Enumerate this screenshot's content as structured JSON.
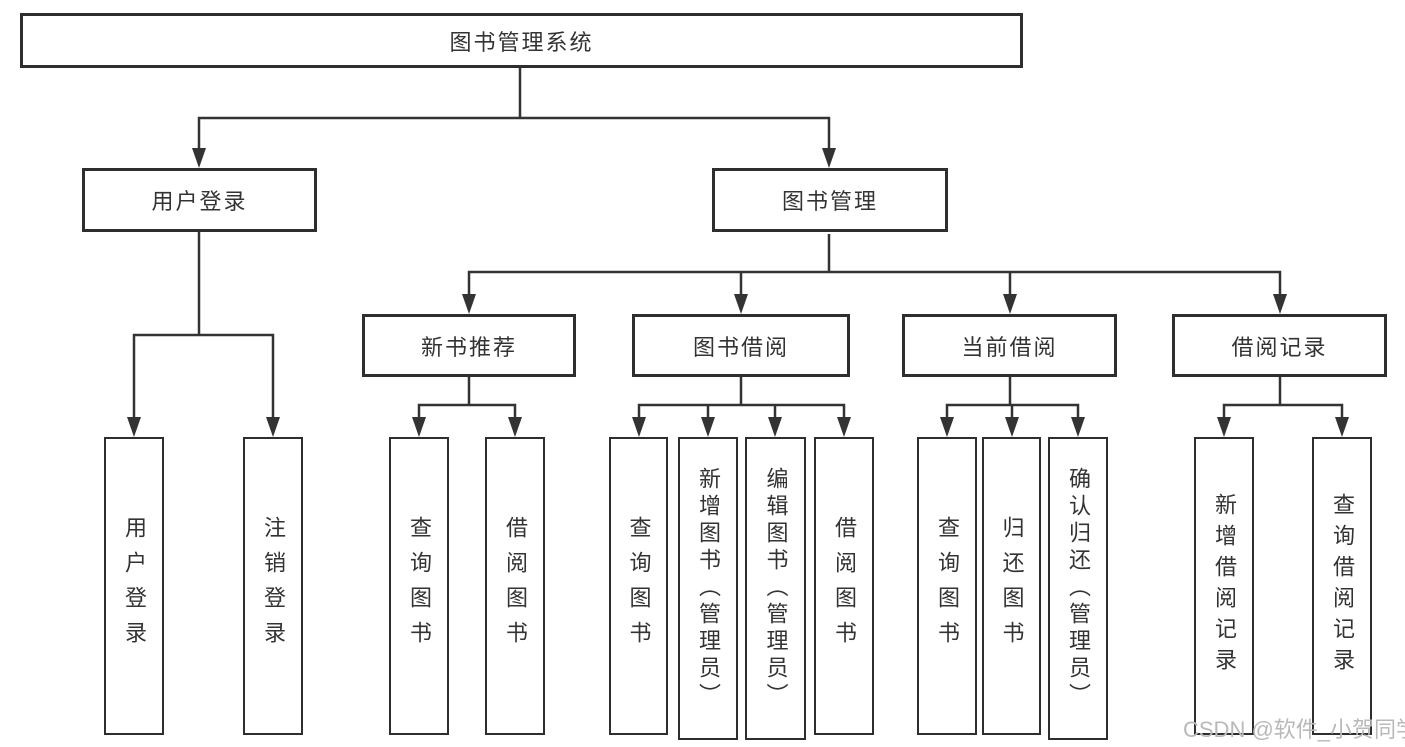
{
  "diagram": {
    "root": {
      "label": "图书管理系统"
    },
    "level2": [
      {
        "label": "用户登录"
      },
      {
        "label": "图书管理"
      }
    ],
    "level3": [
      {
        "label": "新书推荐"
      },
      {
        "label": "图书借阅"
      },
      {
        "label": "当前借阅"
      },
      {
        "label": "借阅记录"
      }
    ],
    "leaves": {
      "user_login": [
        "用户登录",
        "注销登录"
      ],
      "new_book": [
        "查询图书",
        "借阅图书"
      ],
      "book_borrow": [
        "查询图书",
        "新增图书（管理员）",
        "编辑图书（管理员）",
        "借阅图书"
      ],
      "current_borrow": [
        "查询图书",
        "归还图书",
        "确认归还（管理员）"
      ],
      "borrow_record": [
        "新增借阅记录",
        "查询借阅记录"
      ]
    },
    "colors": {
      "line": "#333333",
      "border": "#2e2e2e",
      "text": "#333333",
      "watermark": "#b9b9b9"
    },
    "watermark": "CSDN @软件_小贺同学"
  }
}
